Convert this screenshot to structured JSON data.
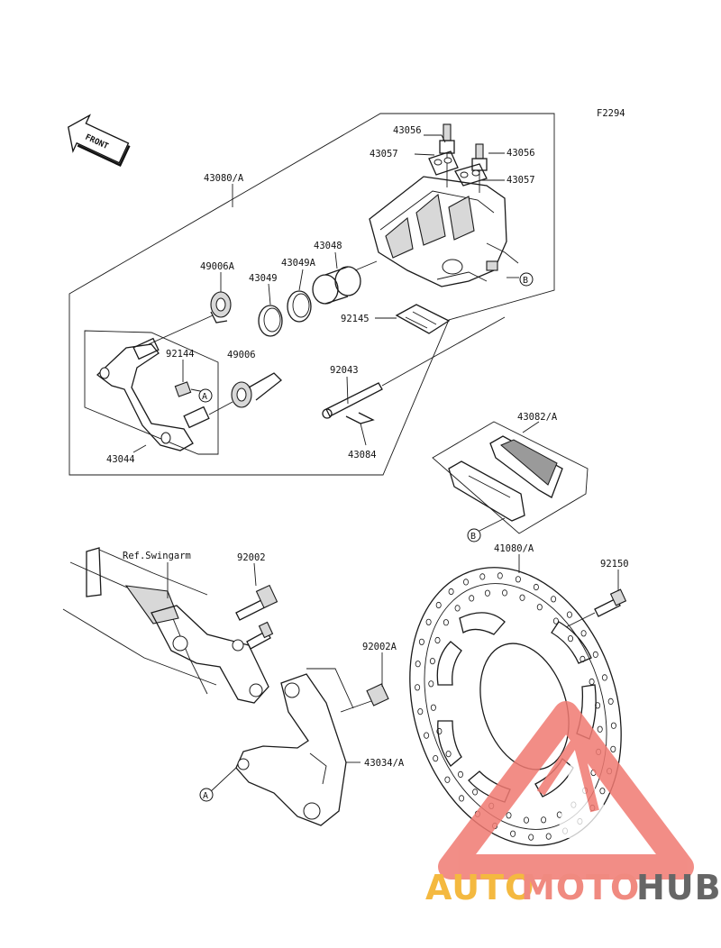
{
  "figure_code": "F2294",
  "front_label": "FRONT",
  "ref_label": "Ref.Swingarm",
  "parts": {
    "p43080A": "43080/A",
    "p43056a": "43056",
    "p43056b": "43056",
    "p43057a": "43057",
    "p43057b": "43057",
    "p43048": "43048",
    "p43049A": "43049A",
    "p43049": "43049",
    "p49006A": "49006A",
    "p92145": "92145",
    "p92144": "92144",
    "p49006": "49006",
    "p92043": "92043",
    "p43084": "43084",
    "p43044": "43044",
    "p43082A": "43082/A",
    "p41080A": "41080/A",
    "p92002": "92002",
    "p92150": "92150",
    "p92002A": "92002A",
    "p43034A": "43034/A"
  },
  "callouts": {
    "a1": "A",
    "a2": "A",
    "b1": "B",
    "b2": "B"
  },
  "watermark": {
    "text_a": "AUTO",
    "text_b": "MOTO",
    "text_c": "HUB",
    "color_a": "#f4b940",
    "color_b": "#f08a80",
    "color_c": "#666666",
    "triangle_color": "#f07a72"
  }
}
